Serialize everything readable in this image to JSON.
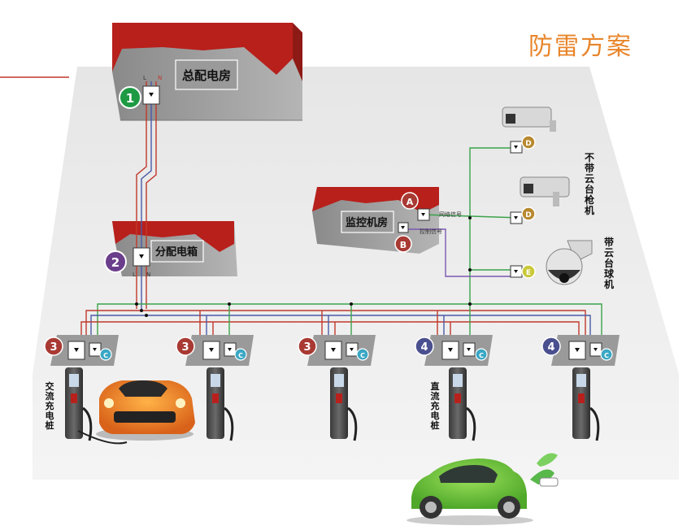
{
  "title": "防雷方案",
  "buildings": {
    "main": "总配电房",
    "sub": "分配电箱",
    "monitor": "监控机房"
  },
  "wire_labels": {
    "L": "L",
    "N": "N",
    "network": "网络信号",
    "control": "控制信号"
  },
  "badges": {
    "b1": "1",
    "b2": "2",
    "b3": "3",
    "b4": "4",
    "A": "A",
    "B": "B",
    "C": "C",
    "D": "D",
    "E": "E"
  },
  "device_labels": {
    "fixed_camera": "不带云台枪机",
    "ptz_camera": "带云台球机",
    "ac_charger": "交流充电桩",
    "dc_charger": "直流充电桩"
  },
  "colors": {
    "title": "#e8852a",
    "badge1": "#1e9a44",
    "badge2": "#6b3e8c",
    "badge3": "#a83a33",
    "badge4": "#4a4f8f",
    "badgeA": "#a83a33",
    "badgeC": "#3aa7c4",
    "badgeD": "#b8892e",
    "badgeE": "#c9c93a",
    "wire_red": "#c0392b",
    "wire_blue": "#4a5aa8",
    "wire_green": "#3aa34a",
    "wire_purple": "#7a58b0"
  }
}
